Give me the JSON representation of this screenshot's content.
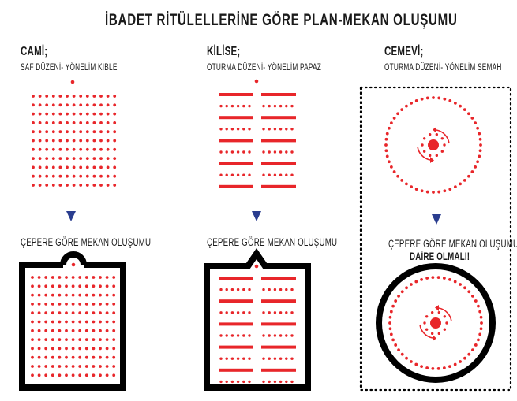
{
  "title": "İBADET RİTÜLELLERİNE GÖRE PLAN-MEKAN OLUŞUMU",
  "colors": {
    "dot": "#e8262a",
    "wall": "#000000",
    "arrow": "#2a3d8f"
  },
  "panels": [
    {
      "name": "cami",
      "heading": "CAMİ;",
      "subtitle": "SAF DÜZENİ- YÖNELİM KIBLE",
      "caption": "ÇEPERE GÖRE MEKAN OLUŞUMU",
      "note": ""
    },
    {
      "name": "kilise",
      "heading": "KİLİSE;",
      "subtitle": "OTURMA DÜZENİ- YÖNELİM PAPAZ",
      "caption": "ÇEPERE GÖRE MEKAN OLUŞUMU",
      "note": ""
    },
    {
      "name": "cemevi",
      "heading": "CEMEVİ;",
      "subtitle": "OTURMA DÜZENİ- YÖNELİM SEMAH",
      "caption": "ÇEPERE GÖRE MEKAN OLUŞUMU",
      "note": "DAİRE OLMALI!"
    }
  ]
}
